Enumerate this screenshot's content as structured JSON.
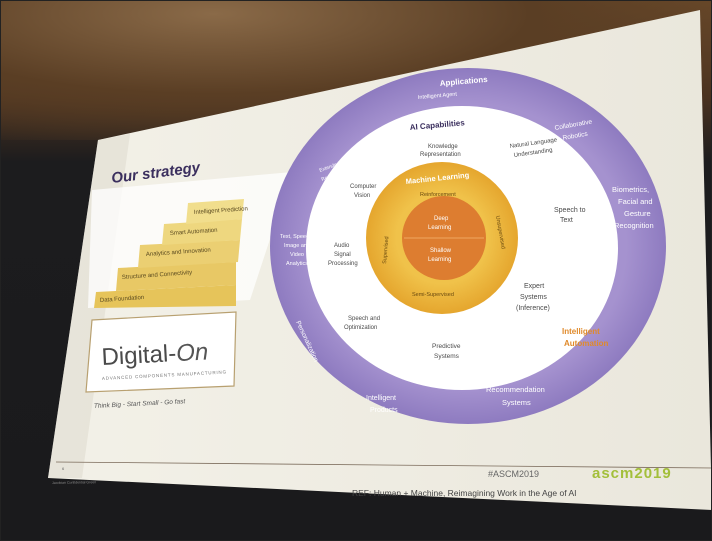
{
  "slide": {
    "title": "Our strategy",
    "stairs": [
      "Data Foundation",
      "Structure and Connectivity",
      "Analytics and Innovation",
      "Smart Automation",
      "Intelligent Prediction"
    ],
    "logo": {
      "name_a": "Digital-",
      "name_b": "On",
      "subtitle": "ADVANCED COMPONENTS MANUFACTURING",
      "tagline": "Think Big - Start Small - Go fast"
    },
    "rings": {
      "outer_title": "Applications",
      "outer_subtitle": "Intelligent Agent",
      "outer_items": [
        "Collaborative",
        "Robotics",
        "Biometrics,",
        "Facial and",
        "Gesture",
        "Recognition",
        "Recommendation",
        "Systems",
        "Intelligent",
        "Products",
        "Personalization",
        "Text, Speech,",
        "Image and",
        "Video",
        "Analytics",
        "Extended",
        "Reality"
      ],
      "automation_label_1": "Intelligent",
      "automation_label_2": "Automation",
      "middle_title": "AI Capabilities",
      "middle_items": [
        "Knowledge",
        "Representation",
        "Natural Language",
        "Understanding",
        "Speech to",
        "Text",
        "Expert",
        "Systems",
        "(Inference)",
        "Predictive",
        "Systems",
        "Speech and",
        "Optimization",
        "Audio",
        "Signal",
        "Processing",
        "Computer",
        "Vision"
      ],
      "ml_title": "Machine Learning",
      "ml_items": [
        "Reinforcement",
        "Unsupervised",
        "Semi-Supervised",
        "Supervised"
      ],
      "core_1a": "Deep",
      "core_1b": "Learning",
      "core_2a": "Shallow",
      "core_2b": "Learning"
    },
    "footer": {
      "page_number": "6",
      "confidential": "Jacobian Confidential Green",
      "hashtag": "#ASCM2019",
      "brand": "ascm2019",
      "reference": "REF: Human + Machine, Reimagining Work in the Age of AI"
    },
    "colors": {
      "purple": "#9b86c8",
      "gold": "#e9b23a",
      "orange": "#d97a2e",
      "stair_gold": "#e2c25a"
    }
  }
}
